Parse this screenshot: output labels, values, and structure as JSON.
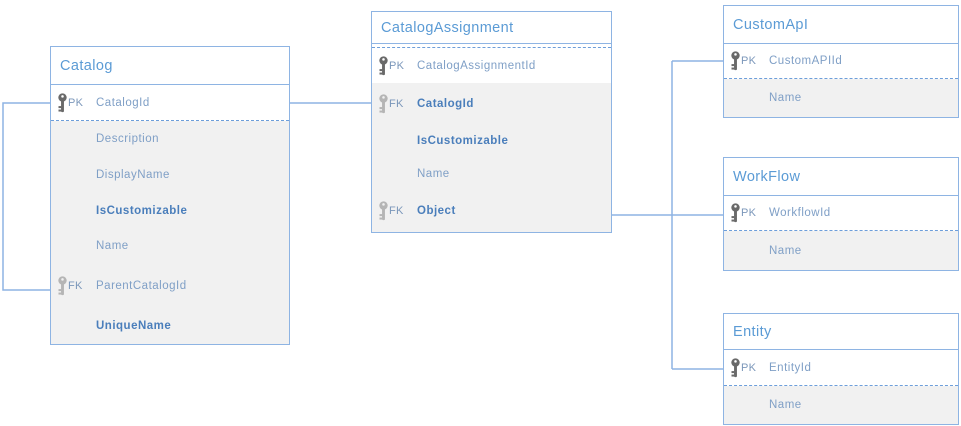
{
  "diagram": {
    "type": "entity-relationship",
    "colors": {
      "border": "#8eb4e3",
      "connector": "#8eb4e3",
      "header_text": "#5b9bd5",
      "attribute_text": "#7f9fc6",
      "attribute_text_bold": "#4a7ebb",
      "pk_icon": "#696969",
      "fk_icon": "#b5b5b5",
      "section_bg": "#f1f1f1"
    },
    "tables": {
      "catalog": {
        "title": "Catalog",
        "rows": [
          {
            "key": "PK",
            "name": "CatalogId"
          },
          {
            "name": "Description"
          },
          {
            "name": "DisplayName"
          },
          {
            "name": "IsCustomizable",
            "bold": true
          },
          {
            "name": "Name"
          },
          {
            "key": "FK",
            "name": "ParentCatalogId"
          },
          {
            "name": "UniqueName",
            "bold": true
          }
        ]
      },
      "catalog_assignment": {
        "title": "CatalogAssignment",
        "rows": [
          {
            "key": "PK",
            "name": "CatalogAssignmentId"
          },
          {
            "key": "FK",
            "name": "CatalogId",
            "bold": true
          },
          {
            "name": "IsCustomizable",
            "bold": true
          },
          {
            "name": "Name"
          },
          {
            "key": "FK",
            "name": "Object",
            "bold": true
          }
        ]
      },
      "custom_api": {
        "title": "CustomApI",
        "rows": [
          {
            "key": "PK",
            "name": "CustomAPIId"
          },
          {
            "name": "Name"
          }
        ]
      },
      "workflow": {
        "title": "WorkFlow",
        "rows": [
          {
            "key": "PK",
            "name": "WorkflowId"
          },
          {
            "name": "Name"
          }
        ]
      },
      "entity": {
        "title": "Entity",
        "rows": [
          {
            "key": "PK",
            "name": "EntityId"
          },
          {
            "name": "Name"
          }
        ]
      }
    },
    "relationships": [
      {
        "name": "catalog-self-reference",
        "from": "Catalog.ParentCatalogId",
        "to": "Catalog.CatalogId"
      },
      {
        "name": "catalog-assignment-to-catalog",
        "from": "CatalogAssignment.CatalogId",
        "to": "Catalog.CatalogId"
      },
      {
        "name": "catalog-assignment-object-to-custom-api",
        "from": "CatalogAssignment.Object",
        "to": "CustomApI.CustomAPIId"
      },
      {
        "name": "catalog-assignment-object-to-workflow",
        "from": "CatalogAssignment.Object",
        "to": "WorkFlow.WorkflowId"
      },
      {
        "name": "catalog-assignment-object-to-entity",
        "from": "CatalogAssignment.Object",
        "to": "Entity.EntityId"
      }
    ]
  }
}
